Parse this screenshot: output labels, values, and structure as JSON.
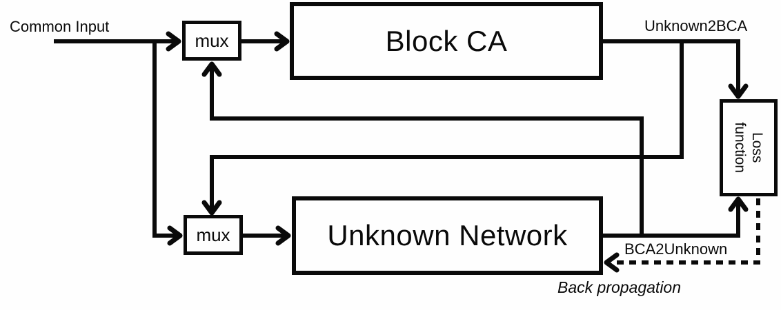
{
  "diagram": {
    "labels": {
      "common_input": "Common Input",
      "unknown2bca": "Unknown2BCA",
      "bca2unknown": "BCA2Unknown",
      "back_propagation": "Back propagation"
    },
    "boxes": {
      "mux_top": {
        "label": "mux"
      },
      "block_ca": {
        "label": "Block CA"
      },
      "mux_bottom": {
        "label": "mux"
      },
      "unknown_network": {
        "label": "Unknown Network"
      },
      "loss_function": {
        "label_line1": "Loss",
        "label_line2": "function"
      }
    },
    "colors": {
      "line": "#0a0a0a",
      "background": "#fefefe",
      "box_fill": "#fefefe"
    }
  }
}
